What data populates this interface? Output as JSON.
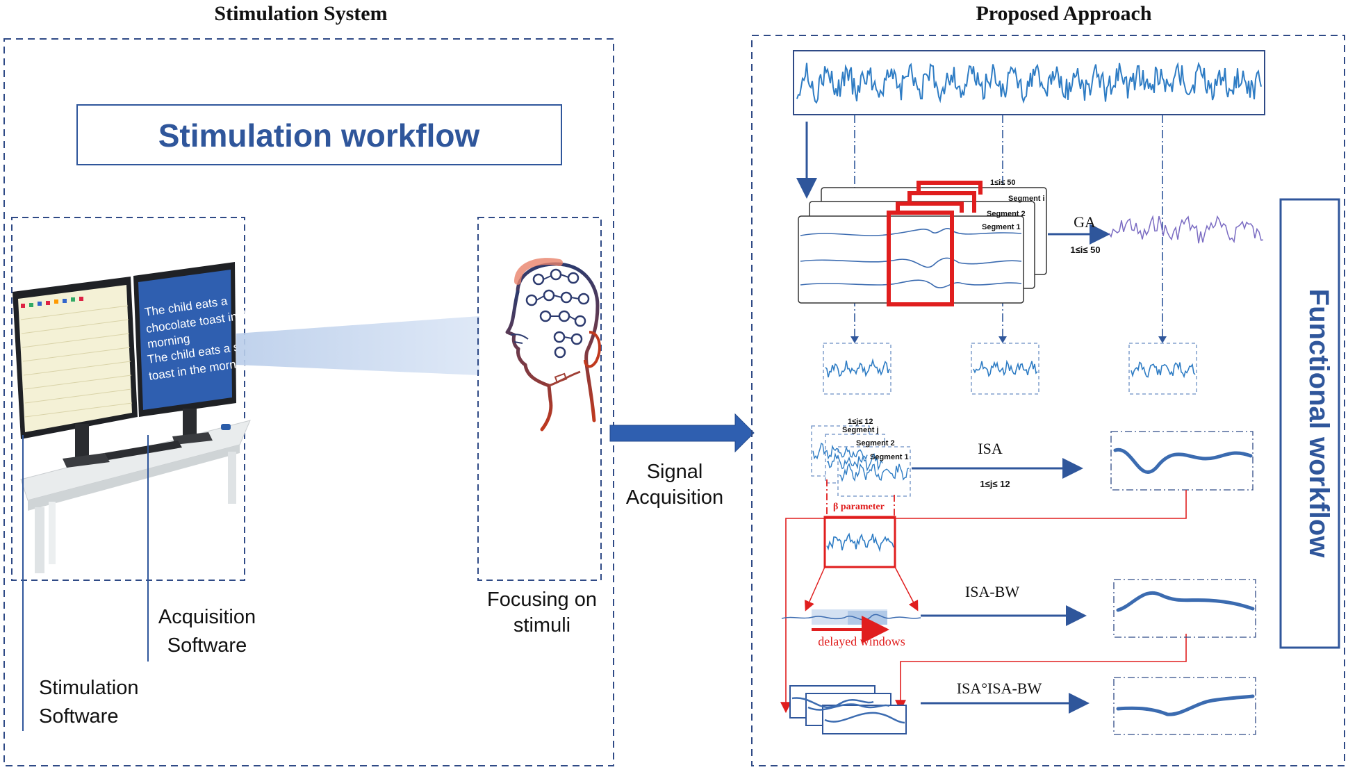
{
  "left_panel": {
    "heading": "Stimulation System",
    "workflow_title": "Stimulation workflow",
    "screen_lines": [
      "The child eats a",
      "chocolate toast in the",
      "morning",
      "The child eats  a sock",
      "toast in the morning"
    ],
    "labels": {
      "acquisition_line1": "Acquisition",
      "acquisition_line2": "Software",
      "stimulation_line1": "Stimulation",
      "stimulation_line2": "Software",
      "focus_line1": "Focusing on",
      "focus_line2": "stimuli"
    }
  },
  "center": {
    "signal_line1": "Signal",
    "signal_line2": "Acquisition"
  },
  "right_panel": {
    "heading": "Proposed Approach",
    "functional_workflow": "Functional workflow",
    "segments_top": {
      "range": "1≤i≤ 50",
      "seg_i": "Segment i",
      "seg_2": "Segment 2",
      "seg_1": "Segment 1"
    },
    "ga_label": "GA",
    "ga_range": "1≤i≤ 50",
    "segments_mid": {
      "range": "1≤j≤ 12",
      "seg_j": "Segment j",
      "seg_2": "Segment 2",
      "seg_1": "Segment 1"
    },
    "isa_label": "ISA",
    "isa_range": "1≤j≤ 12",
    "beta_label": "β parameter",
    "isabw_label": "ISA-BW",
    "delayed_label": "delayed windows",
    "combined_label": "ISA°ISA-BW"
  },
  "colors": {
    "accent_blue": "#2f569b",
    "signal_blue": "#2e7cc4",
    "highlight_red": "#e01e1e",
    "screen_blue": "#2f5fb0"
  }
}
